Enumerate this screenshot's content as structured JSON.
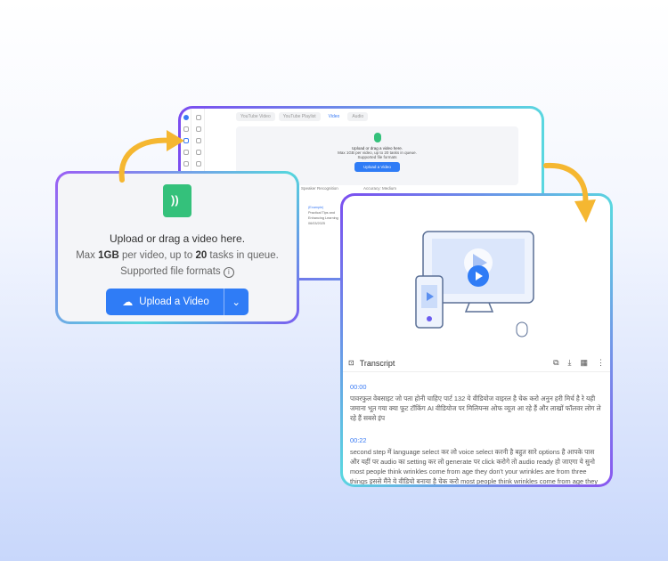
{
  "back_window": {
    "tabs": [
      "YouTube Video",
      "YouTube Playlist",
      "Video",
      "Audio"
    ],
    "active_tab": "Video",
    "upload_title": "Upload or drag a video here.",
    "upload_limits": "Max 1GB per video, up to 20 tasks in queue.",
    "formats": "Supported file formats",
    "upload_button": "Upload a Video",
    "speaker_recognition": "Speaker Recognition",
    "accuracy": "Accuracy: Medium",
    "example_tag": "(Example)",
    "example_title": "Practical Tips and Enhancing Learning",
    "example_date": "06/03/2025"
  },
  "upload_card": {
    "title": "Upload or drag a video here.",
    "limits_prefix": "Max ",
    "limits_size": "1GB",
    "limits_mid": " per video, up to ",
    "limits_count": "20",
    "limits_suffix": " tasks in queue.",
    "formats": "Supported file formats",
    "upload_button": "Upload a Video"
  },
  "transcript_card": {
    "title": "Transcript",
    "entries": [
      {
        "time": "00:00",
        "text": "पावरफुल वेबसाइट जो पता होनी चाहिए पार्ट 132 ये वीडियोज वाइरल है चेक करो अनुन हरी मिर्च है रे यही जमाना भूत गया क्या फूट टॉकिंग AI वीडियोज पर मिलियन्स ओफ व्यूज आ रहे हैं और लाखों फॉलवर लोग ले रहे हैं सबसे इंप"
      },
      {
        "time": "00:22",
        "text": "second step में language select कर लो voice select करनी है बहुत सारे options है आपके पास और यहीं पर audio का setting कर लो generate पर click करोगे तो audio ready हो जाएगा ये सुनो most people think wrinkles come from age they don't your wrinkles are from three things इससे मैंने ये वीडियो बनाया है चेक करो most people think wrinkles come from age they"
      }
    ]
  },
  "colors": {
    "accent": "#2f7cf6",
    "file_icon": "#34c17b",
    "arrow": "#f5b731"
  }
}
